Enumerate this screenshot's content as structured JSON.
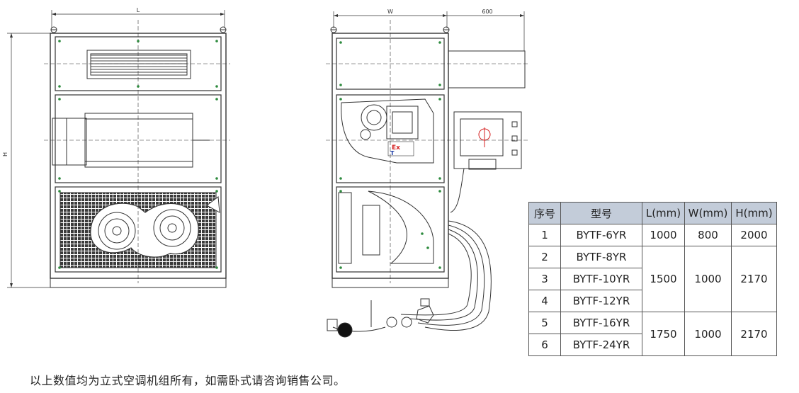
{
  "dimensions": {
    "front_width_label": "L",
    "height_label": "H",
    "side_width_label": "W",
    "extension_label": "600"
  },
  "spec_table": {
    "headers": [
      "序号",
      "型号",
      "L(mm)",
      "W(mm)",
      "H(mm)"
    ],
    "rows": [
      {
        "no": "1",
        "model": "BYTF-6YR",
        "L": "1000",
        "W": "800",
        "H": "2000"
      },
      {
        "no": "2",
        "model": "BYTF-8YR"
      },
      {
        "no": "3",
        "model": "BYTF-10YR",
        "L": "1500",
        "W": "1000",
        "H": "2170"
      },
      {
        "no": "4",
        "model": "BYTF-12YR"
      },
      {
        "no": "5",
        "model": "BYTF-16YR",
        "L": "1750",
        "W": "1000",
        "H": "2170"
      },
      {
        "no": "6",
        "model": "BYTF-24YR"
      }
    ]
  },
  "footnote": "以上数值均为立式空调机组所有，如需卧式请咨询销售公司。",
  "colors": {
    "line": "#333333",
    "table_header_bg": "#c3ccd9",
    "panel_dot": "#2e8b3e",
    "explosion_mark": "#d42020"
  }
}
